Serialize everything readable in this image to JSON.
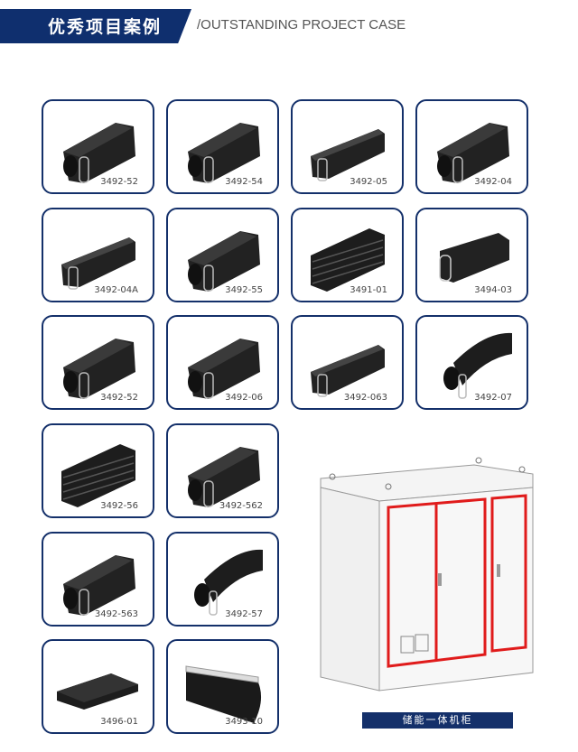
{
  "header": {
    "title_cn": "优秀项目案例",
    "title_en": "/OUTSTANDING PROJECT CASE"
  },
  "products": [
    {
      "code": "3492-52",
      "shape": "bulb-clip"
    },
    {
      "code": "3492-54",
      "shape": "bulb-clip"
    },
    {
      "code": "3492-05",
      "shape": "flat-clip"
    },
    {
      "code": "3492-04",
      "shape": "bulb-clip"
    },
    {
      "code": "3492-04A",
      "shape": "flat-clip"
    },
    {
      "code": "3492-55",
      "shape": "bulb-clip"
    },
    {
      "code": "3491-01",
      "shape": "ribbed"
    },
    {
      "code": "3494-03",
      "shape": "u-channel"
    },
    {
      "code": "3492-52",
      "shape": "bulb-clip"
    },
    {
      "code": "3492-06",
      "shape": "bulb-clip"
    },
    {
      "code": "3492-063",
      "shape": "flat-clip"
    },
    {
      "code": "3492-07",
      "shape": "fin"
    },
    {
      "code": "3492-56",
      "shape": "ribbed"
    },
    {
      "code": "3492-562",
      "shape": "bulb-clip"
    },
    {
      "code": "3492-563",
      "shape": "bulb-clip"
    },
    {
      "code": "3492-57",
      "shape": "fin"
    },
    {
      "code": "3496-01",
      "shape": "flat-strip"
    },
    {
      "code": "3493-10",
      "shape": "d-strip"
    }
  ],
  "cabinet": {
    "label": "储能一体机柜",
    "seal_color": "#e01b1b"
  },
  "colors": {
    "brand": "#14306a"
  }
}
